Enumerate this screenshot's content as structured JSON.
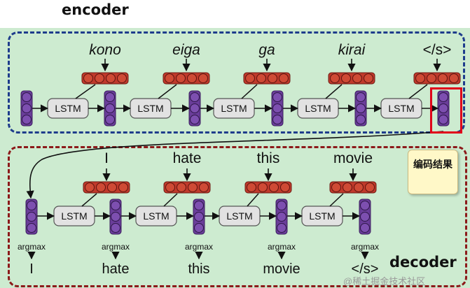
{
  "encoder_label": "encoder",
  "decoder_label": "decoder",
  "callout_text": "编码结果",
  "lstm_label": "LSTM",
  "argmax_label": "argmax",
  "encoder_inputs": [
    {
      "text": "kono",
      "italic": true
    },
    {
      "text": "eiga",
      "italic": true
    },
    {
      "text": "ga",
      "italic": true
    },
    {
      "text": "kirai",
      "italic": true
    },
    {
      "text": "</s>",
      "italic": false
    }
  ],
  "decoder_inputs": [
    "I",
    "hate",
    "this",
    "movie"
  ],
  "decoder_outputs": [
    "I",
    "hate",
    "this",
    "movie",
    "</s>"
  ],
  "watermark": "@稀土掘金技术社区",
  "colors": {
    "background": "#cdebd0",
    "encoder_frame": "#1e3c8c",
    "decoder_frame": "#8c1a1a",
    "highlight": "#e0001a",
    "embedding": "#c0392b",
    "hidden_state": "#6a3d9a",
    "lstm_box": "#e2e2e2",
    "callout": "#fff8c8"
  }
}
